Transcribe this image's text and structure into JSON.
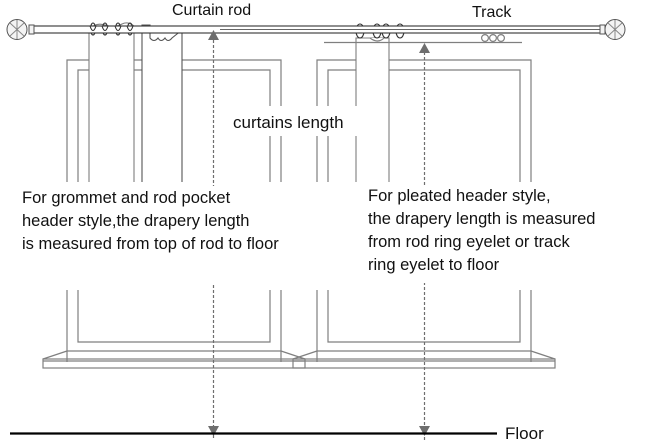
{
  "diagram": {
    "title": "Curtain length measurement diagram",
    "labels": {
      "curtain_rod": "Curtain rod",
      "track": "Track",
      "curtains_length": "curtains length",
      "floor": "Floor"
    },
    "captions": {
      "left": [
        "For grommet and rod pocket",
        "header style,the drapery length",
        "is measured from top of rod to floor"
      ],
      "right": [
        "For pleated header style,",
        "the drapery length is measured",
        "from rod ring eyelet or track",
        "ring eyelet to floor"
      ]
    },
    "colors": {
      "line": "#7f7f7f",
      "dark_line": "#222222",
      "arrow": "#6e6e6e",
      "floor": "#000000",
      "text": "#111111"
    }
  }
}
